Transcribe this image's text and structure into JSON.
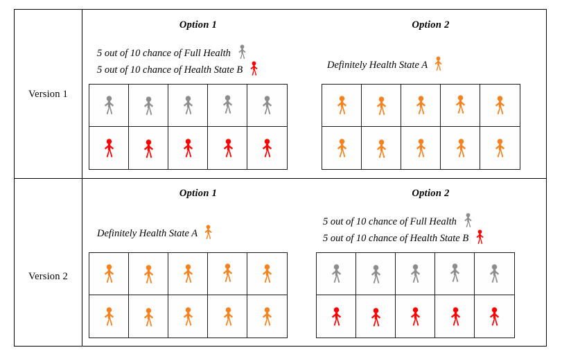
{
  "figure_colors": {
    "full_health": "#8c8c8c",
    "health_state_a": "#f5821f",
    "health_state_b": "#ff0000",
    "grid_line": "#1a1a1a",
    "table_border": "#000000"
  },
  "table": {
    "rows": [
      {
        "version_label": "Version 1",
        "options": [
          {
            "title": "Option 1",
            "type": "gamble",
            "description_lines": [
              {
                "text": "5 out of 10 chance of Full Health",
                "figure": "full_health"
              },
              {
                "text": "5 out of 10 chance of Health State B",
                "figure": "health_state_b"
              }
            ],
            "grid": {
              "columns": 5,
              "rows": 2,
              "cells": [
                "full_health",
                "full_health",
                "full_health",
                "full_health",
                "full_health",
                "health_state_b",
                "health_state_b",
                "health_state_b",
                "health_state_b",
                "health_state_b"
              ]
            }
          },
          {
            "title": "Option 2",
            "type": "certain",
            "description_lines": [
              {
                "text": "Definitely Health State A",
                "figure": "health_state_a"
              }
            ],
            "grid": {
              "columns": 5,
              "rows": 2,
              "cells": [
                "health_state_a",
                "health_state_a",
                "health_state_a",
                "health_state_a",
                "health_state_a",
                "health_state_a",
                "health_state_a",
                "health_state_a",
                "health_state_a",
                "health_state_a"
              ]
            }
          }
        ]
      },
      {
        "version_label": "Version 2",
        "options": [
          {
            "title": "Option 1",
            "type": "certain",
            "description_lines": [
              {
                "text": "Definitely Health State A",
                "figure": "health_state_a"
              }
            ],
            "grid": {
              "columns": 5,
              "rows": 2,
              "cells": [
                "health_state_a",
                "health_state_a",
                "health_state_a",
                "health_state_a",
                "health_state_a",
                "health_state_a",
                "health_state_a",
                "health_state_a",
                "health_state_a",
                "health_state_a"
              ]
            }
          },
          {
            "title": "Option 2",
            "type": "gamble",
            "description_lines": [
              {
                "text": "5 out of 10 chance of Full Health",
                "figure": "full_health"
              },
              {
                "text": "5 out of 10 chance of Health State B",
                "figure": "health_state_b"
              }
            ],
            "grid": {
              "columns": 5,
              "rows": 2,
              "cells": [
                "full_health",
                "full_health",
                "full_health",
                "full_health",
                "full_health",
                "health_state_b",
                "health_state_b",
                "health_state_b",
                "health_state_b",
                "health_state_b"
              ]
            }
          }
        ]
      }
    ]
  }
}
